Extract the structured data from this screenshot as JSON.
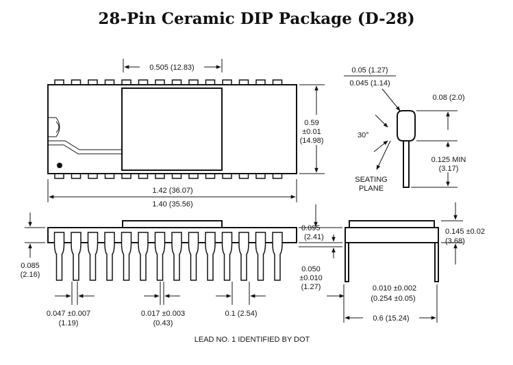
{
  "title": "28-Pin Ceramic DIP Package (D-28)",
  "dims": {
    "window_width": "0.505 (12.83)",
    "body_width_1": "0.59",
    "body_width_2": "±0.01",
    "body_width_3": "(14.98)",
    "length_max": "1.42 (36.07)",
    "length_min": "1.40 (35.56)",
    "lead_tip_max": "0.05 (1.27)",
    "lead_tip_min": "0.045 (1.14)",
    "lead_shoulder": "0.08 (2.0)",
    "angle": "30°",
    "seating_1": "SEATING",
    "seating_2": "PLANE",
    "lead_len_1": "0.125 MIN",
    "lead_len_2": "(3.17)",
    "standoff_1": "0.095",
    "standoff_2": "(2.41)",
    "height_1": "0.145 ±0.02",
    "height_2": "(3.68)",
    "base_1": "0.085",
    "base_2": "(2.16)",
    "thick_1": "0.050",
    "thick_2": "±0.010",
    "thick_3": "(1.27)",
    "lead_w_1": "0.047 ±0.007",
    "lead_w_2": "(1.19)",
    "lead_t_1": "0.017 ±0.003",
    "lead_t_2": "(0.43)",
    "pitch": "0.1 (2.54)",
    "lead_thk_1": "0.010 ±0.002",
    "lead_thk_2": "(0.254 ±0.05)",
    "row_spacing": "0.6 (15.24)",
    "note": "LEAD NO. 1 IDENTIFIED BY DOT"
  }
}
